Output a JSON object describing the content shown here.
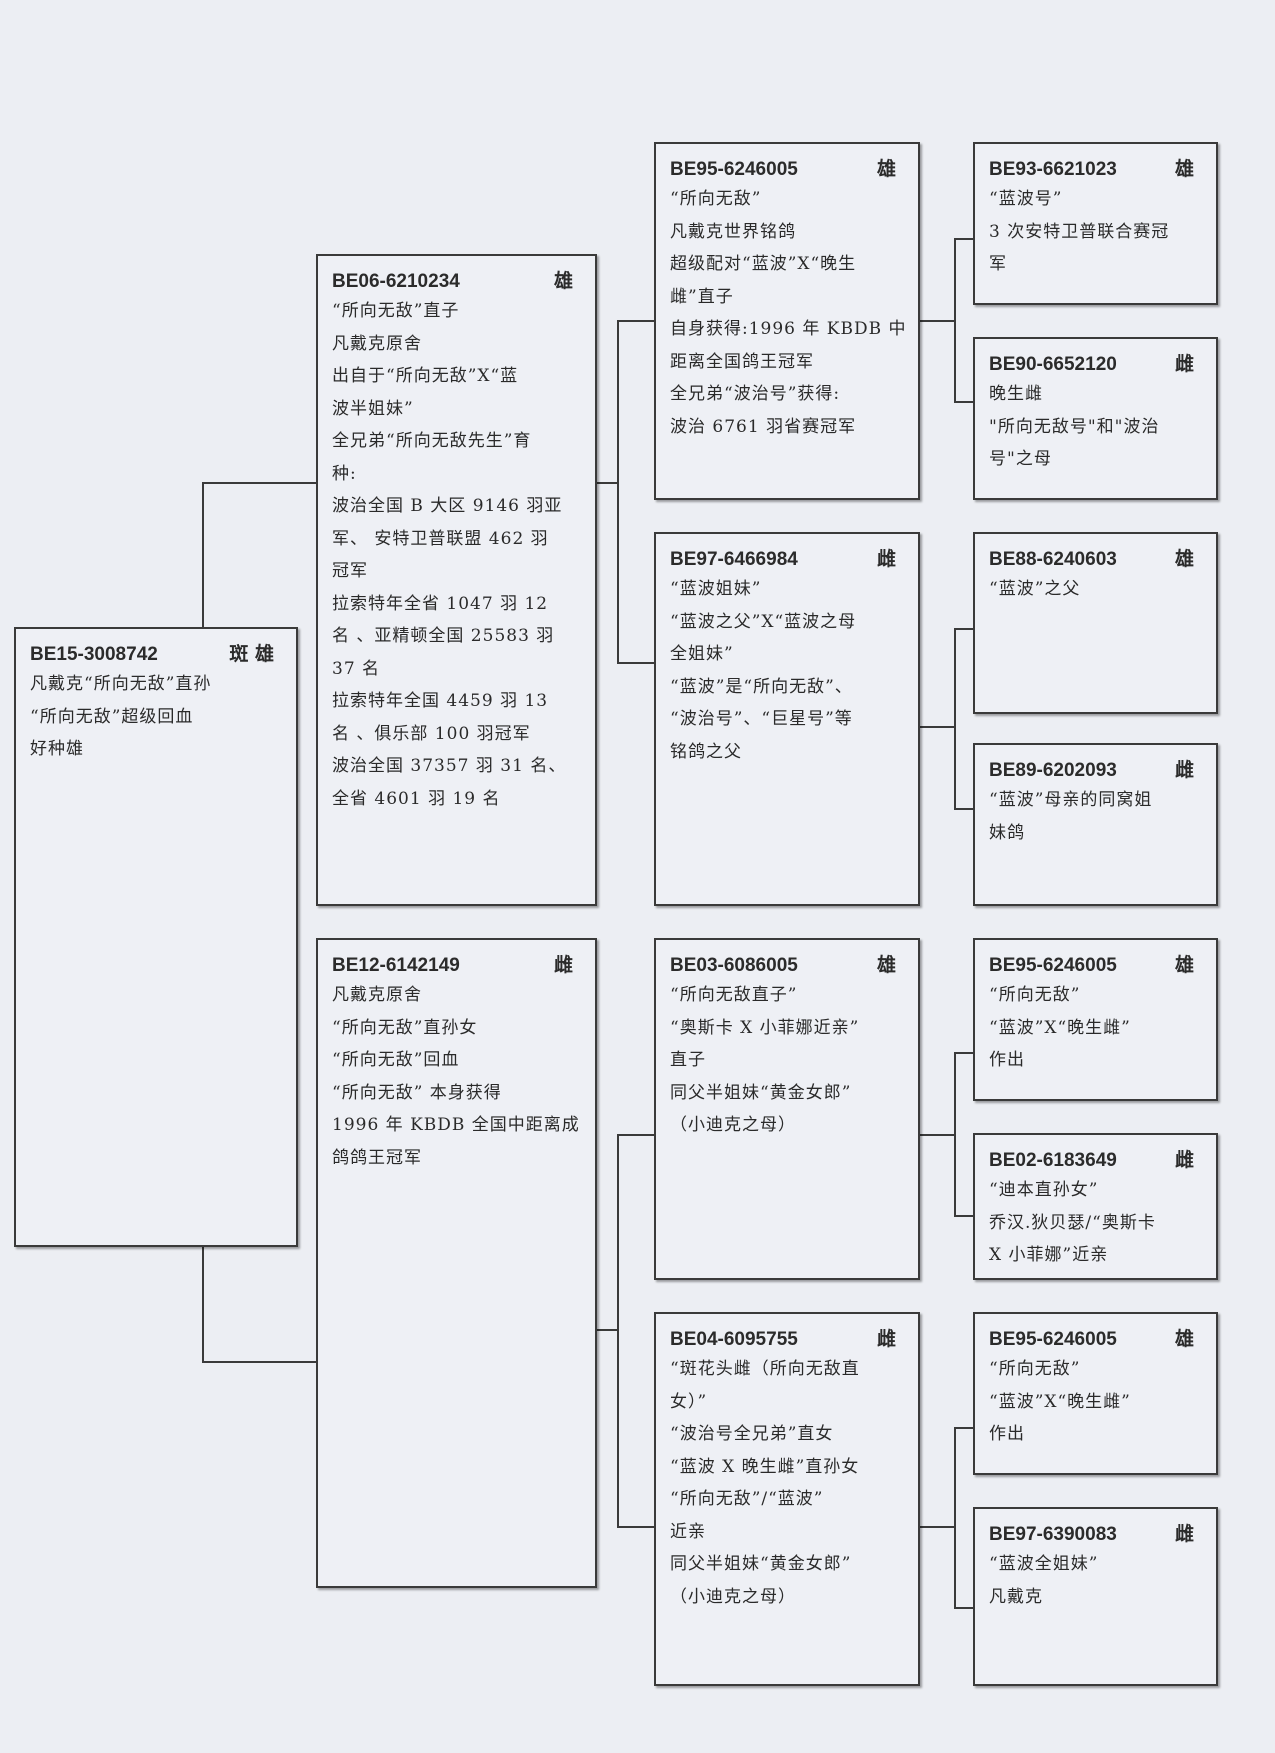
{
  "pedigree": {
    "subject": {
      "ring": "BE15-3008742",
      "sex": "斑 雄",
      "lines": [
        "凡戴克“所向无敌”直孙",
        " “所向无敌”超级回血",
        "好种雄"
      ]
    },
    "sire": {
      "ring": "BE06-6210234",
      "sex": "雄",
      "lines": [
        " “所向无敌”直子",
        "凡戴克原舍",
        "出自于“所向无敌”X“蓝",
        "波半姐妹”",
        "全兄弟“所向无敌先生”育",
        "种:",
        "波治全国 B 大区 9146 羽亚",
        "军、 安特卫普联盟 462 羽",
        "冠军",
        "拉索特年全省 1047 羽 12",
        "名 、亚精顿全国 25583 羽",
        "37 名",
        "拉索特年全国 4459 羽 13",
        "名 、俱乐部 100 羽冠军",
        "波治全国 37357 羽 31 名、",
        "全省 4601 羽 19 名"
      ]
    },
    "dam": {
      "ring": "BE12-6142149",
      "sex": "雌",
      "lines": [
        "凡戴克原舍",
        " “所向无敌”直孙女",
        " “所向无敌”回血",
        " “所向无敌”  本身获得",
        "1996 年 KBDB 全国中距离成",
        "鸽鸽王冠军"
      ]
    },
    "sire_sire": {
      "ring": "BE95-6246005",
      "sex": "雄",
      "lines": [
        " “所向无敌”",
        "凡戴克世界铭鸽",
        "超级配对“蓝波”X“晚生",
        "雌”直子",
        "自身获得:1996 年 KBDB 中",
        "距离全国鸽王冠军",
        "全兄弟“波治号”获得:",
        "波治 6761 羽省赛冠军"
      ]
    },
    "sire_dam": {
      "ring": "BE97-6466984",
      "sex": "雌",
      "lines": [
        " “蓝波姐妹”",
        " “蓝波之父”X“蓝波之母",
        "全姐妹”",
        " “蓝波”是“所向无敌”、",
        " “波治号”、“巨星号”等",
        "铭鸽之父"
      ]
    },
    "dam_sire": {
      "ring": "BE03-6086005",
      "sex": "雄",
      "lines": [
        " “所向无敌直子”",
        " “奥斯卡 X 小菲娜近亲”",
        "直子",
        "同父半姐妹“黄金女郎”",
        "（小迪克之母）"
      ]
    },
    "dam_dam": {
      "ring": "BE04-6095755",
      "sex": "雌",
      "lines": [
        " “斑花头雌（所向无敌直",
        "女）”",
        " “波治号全兄弟”直女",
        " “蓝波 X 晚生雌”直孙女",
        " “所向无敌”/“蓝波”",
        "近亲",
        "同父半姐妹“黄金女郎”",
        "（小迪克之母）"
      ]
    },
    "ss_sire": {
      "ring": "BE93-6621023",
      "sex": "雄",
      "lines": [
        " “蓝波号”",
        "3 次安特卫普联合赛冠",
        "军"
      ]
    },
    "ss_dam": {
      "ring": "BE90-6652120",
      "sex": "雌",
      "lines": [
        "晚生雌",
        "\"所向无敌号\"和\"波治",
        "号\"之母"
      ]
    },
    "sd_sire": {
      "ring": "BE88-6240603",
      "sex": "雄",
      "lines": [
        " “蓝波”之父"
      ]
    },
    "sd_dam": {
      "ring": "BE89-6202093",
      "sex": "雌",
      "lines": [
        " “蓝波”母亲的同窝姐",
        "妹鸽"
      ]
    },
    "ds_sire": {
      "ring": "BE95-6246005",
      "sex": "雄",
      "lines": [
        " “所向无敌”",
        " “蓝波”X“晚生雌”",
        "作出"
      ]
    },
    "ds_dam": {
      "ring": "BE02-6183649",
      "sex": "雌",
      "lines": [
        " “迪本直孙女”",
        "乔汉.狄贝瑟/“奥斯卡",
        "X 小菲娜”近亲"
      ]
    },
    "dd_sire": {
      "ring": "BE95-6246005",
      "sex": "雄",
      "lines": [
        " “所向无敌”",
        " “蓝波”X“晚生雌”",
        "作出"
      ]
    },
    "dd_dam": {
      "ring": "BE97-6390083",
      "sex": "雌",
      "lines": [
        "“蓝波全姐妹”",
        "凡戴克"
      ]
    }
  }
}
